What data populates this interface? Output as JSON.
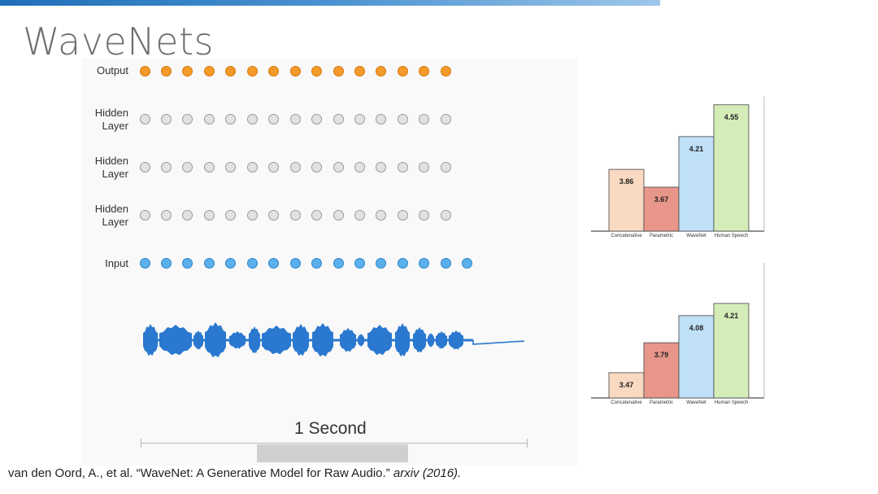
{
  "title": "WaveNets",
  "diagram": {
    "labels": {
      "output": "Output",
      "hidden1": [
        "Hidden",
        "Layer"
      ],
      "hidden2": [
        "Hidden",
        "Layer"
      ],
      "hidden3": [
        "Hidden",
        "Layer"
      ],
      "input": "Input"
    },
    "colors": {
      "output": "#f39a2a",
      "hidden": "#e2e2e2",
      "input": "#5ab0ec",
      "waveform": "#2a78cf"
    },
    "node_counts": {
      "output": 15,
      "hidden": 15,
      "input": 16
    },
    "time_label": "1 Second"
  },
  "citation": {
    "text": "van den Oord, A., et al. “WaveNet: A Generative Model for Raw Audio.” ",
    "italic": "arxiv (2016)."
  },
  "chart_data": [
    {
      "type": "bar",
      "categories": [
        "Concatenative",
        "Parametric",
        "WaveNet",
        "Human Speech"
      ],
      "values": [
        3.86,
        3.67,
        4.21,
        4.55
      ],
      "colors": [
        "#f9d9c2",
        "#e8968a",
        "#bfe0f7",
        "#d4ecb8"
      ]
    },
    {
      "type": "bar",
      "categories": [
        "Concatenative",
        "Parametric",
        "WaveNet",
        "Human Speech"
      ],
      "values": [
        3.47,
        3.79,
        4.08,
        4.21
      ],
      "colors": [
        "#f9d9c2",
        "#e8968a",
        "#bfe0f7",
        "#d4ecb8"
      ]
    }
  ]
}
